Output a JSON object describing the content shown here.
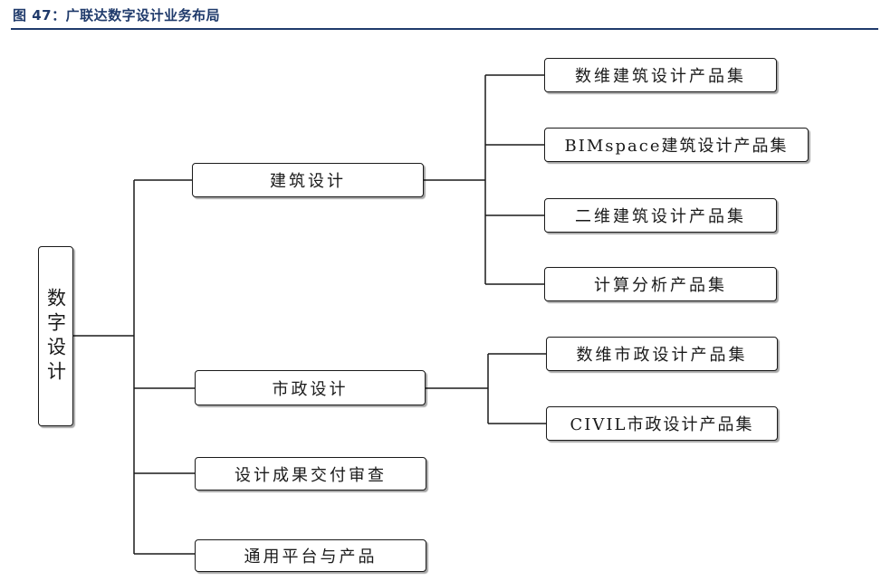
{
  "figure": {
    "title": "图 47：广联达数字设计业务布局"
  },
  "root": {
    "label": "数字设计"
  },
  "branches": [
    {
      "label": "建筑设计",
      "children": [
        "数维建筑设计产品集",
        "BIMspace建筑设计产品集",
        "二维建筑设计产品集",
        "计算分析产品集"
      ]
    },
    {
      "label": "市政设计",
      "children": [
        "数维市政设计产品集",
        "CIVIL市政设计产品集"
      ]
    },
    {
      "label": "设计成果交付审查",
      "children": []
    },
    {
      "label": "通用平台与产品",
      "children": []
    }
  ]
}
